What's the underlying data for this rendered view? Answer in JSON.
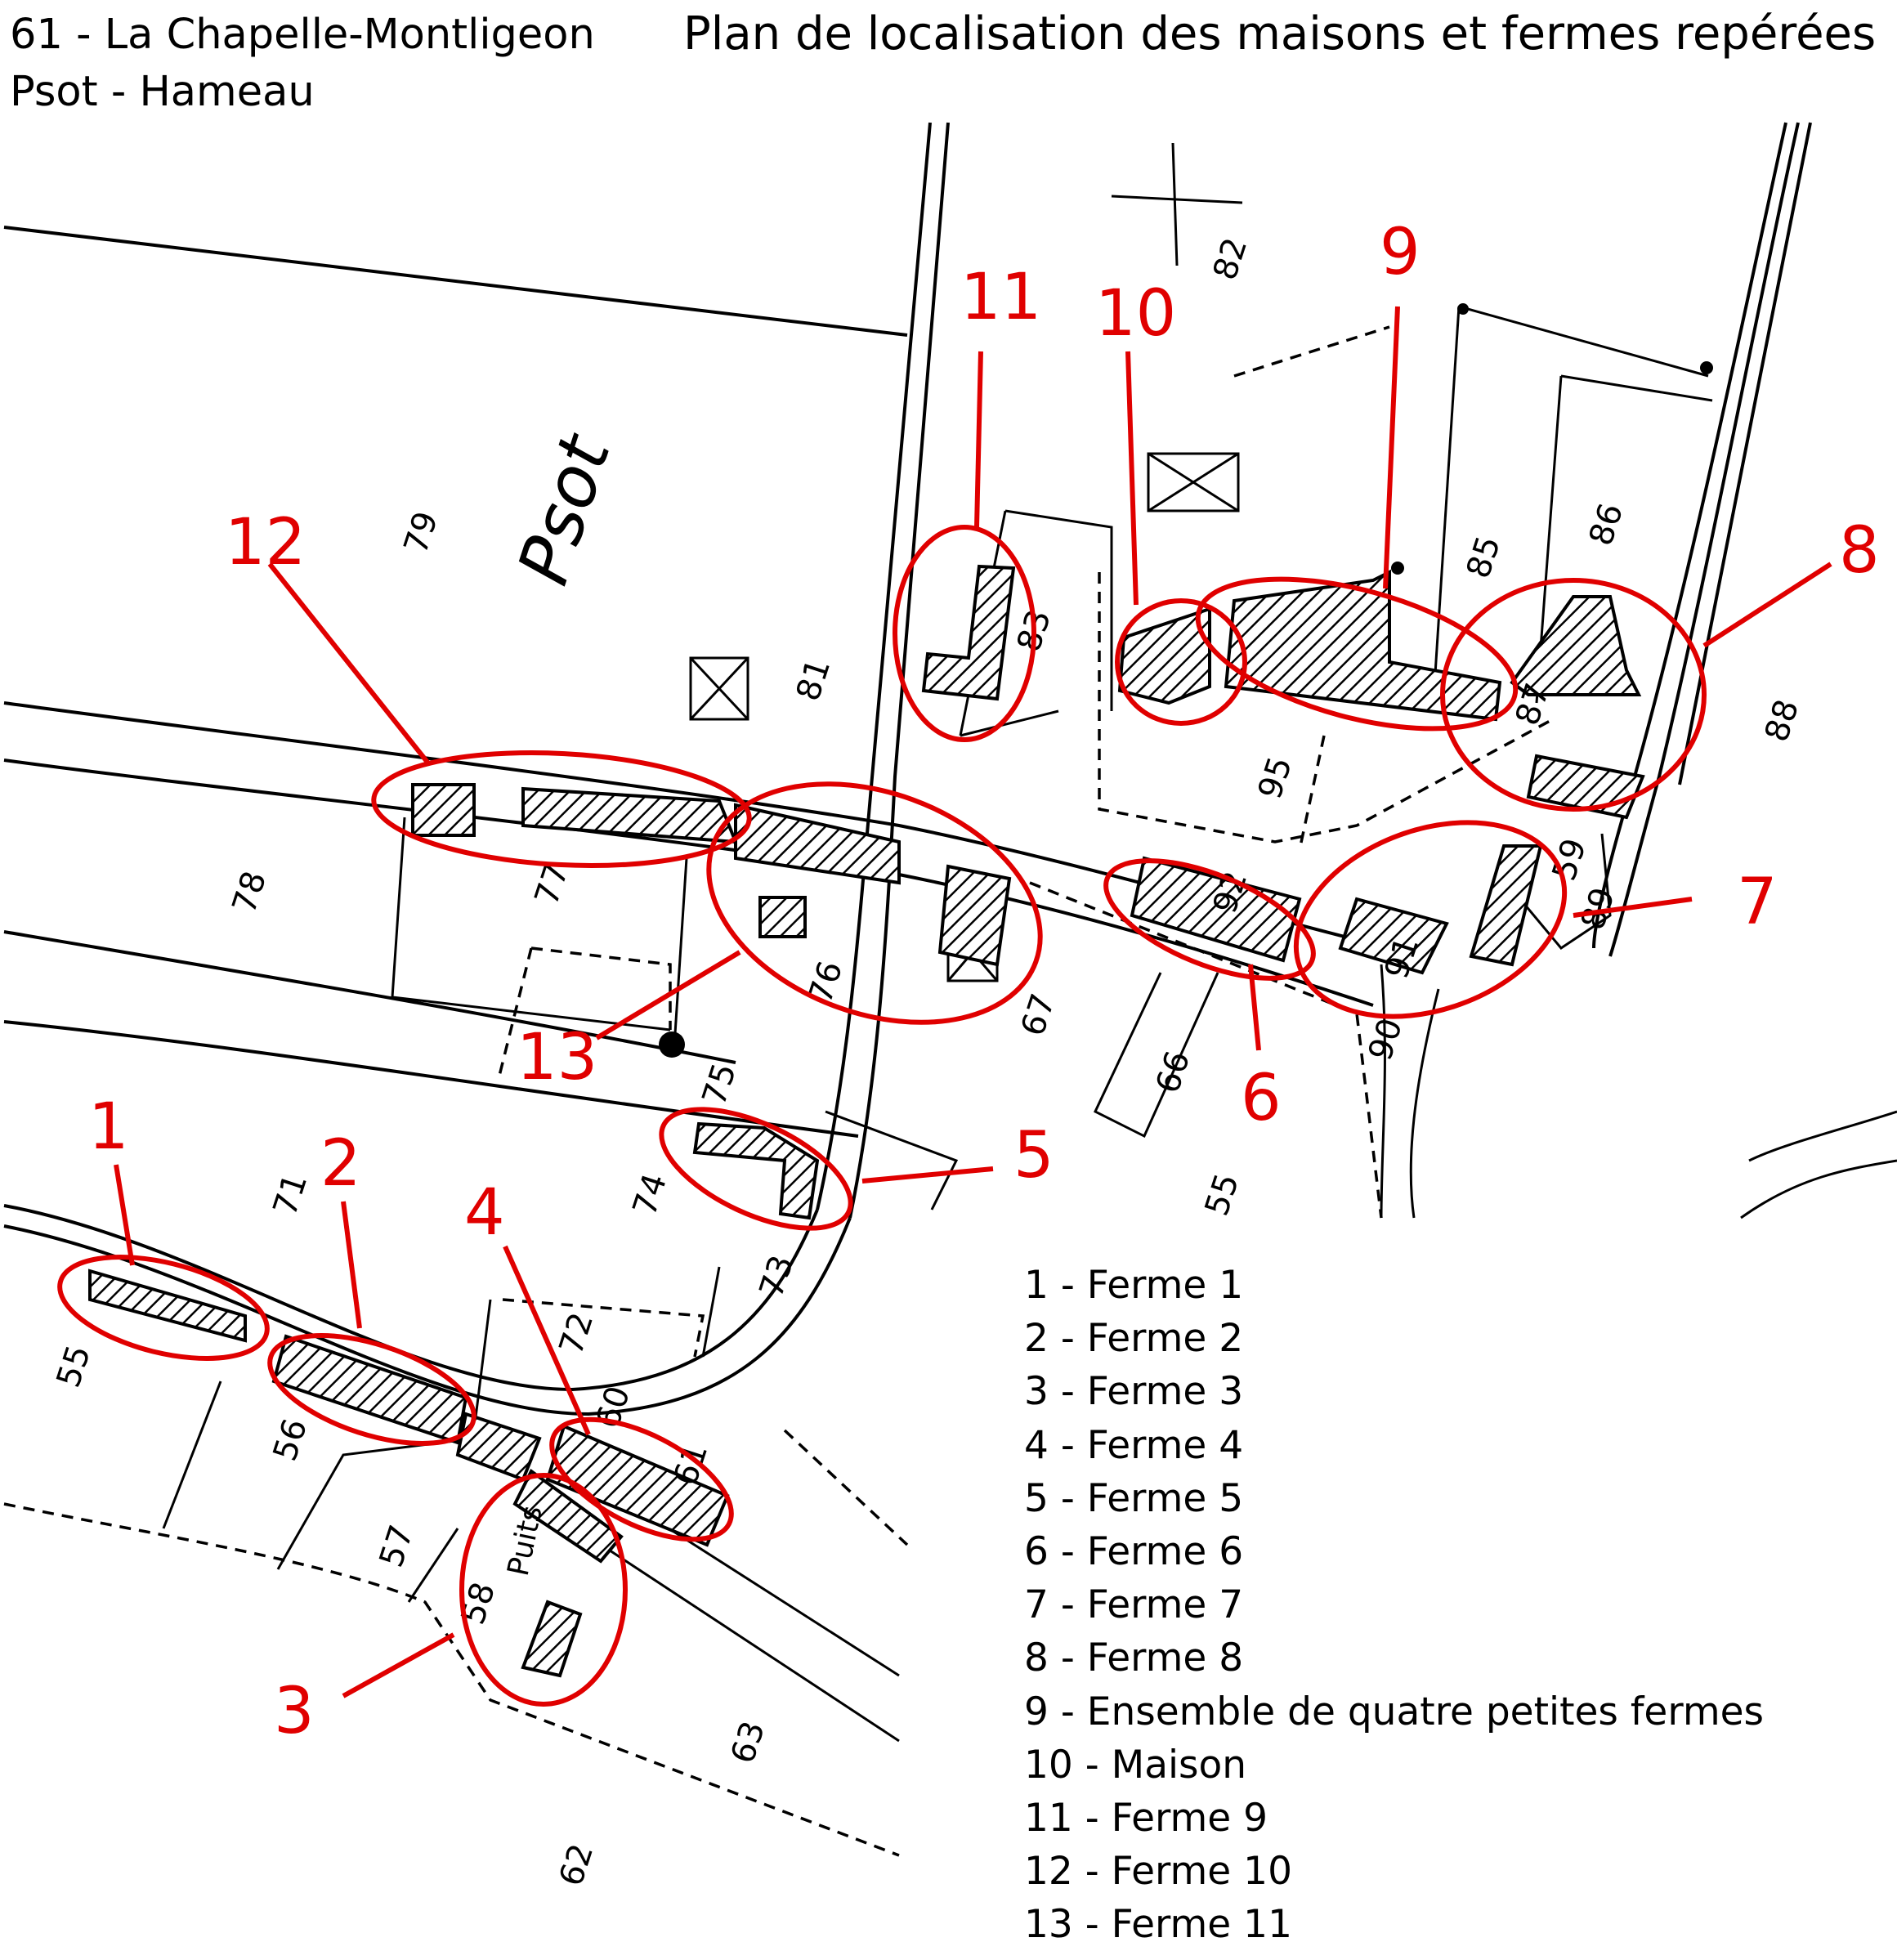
{
  "header": {
    "commune": "61 - La Chapelle-Montligeon",
    "locality": "Psot - Hameau",
    "title": "Plan de localisation des maisons et fermes repérées"
  },
  "map": {
    "place_name": "Psot",
    "well_label": "Puits",
    "parcels": [
      "55",
      "56",
      "57",
      "58",
      "62",
      "63",
      "71",
      "72",
      "73",
      "74",
      "76",
      "77",
      "78",
      "79",
      "81",
      "82",
      "83",
      "85",
      "86",
      "87",
      "88",
      "89",
      "90",
      "91",
      "92",
      "95",
      "66",
      "67",
      "75",
      "55",
      "59",
      "60",
      "61"
    ],
    "callouts": [
      "1",
      "2",
      "3",
      "4",
      "5",
      "6",
      "7",
      "8",
      "9",
      "10",
      "11",
      "12",
      "13"
    ],
    "colors": {
      "annotation": "#e00000",
      "linework": "#000000"
    }
  },
  "legend": [
    "1 - Ferme 1",
    "2 - Ferme 2",
    "3 - Ferme 3",
    "4 - Ferme 4",
    "5 - Ferme 5",
    "6 - Ferme 6",
    "7 - Ferme 7",
    "8 - Ferme 8",
    "9 - Ensemble de quatre petites fermes",
    "10 - Maison",
    "11 - Ferme 9",
    "12 - Ferme 10",
    "13 - Ferme 11"
  ]
}
